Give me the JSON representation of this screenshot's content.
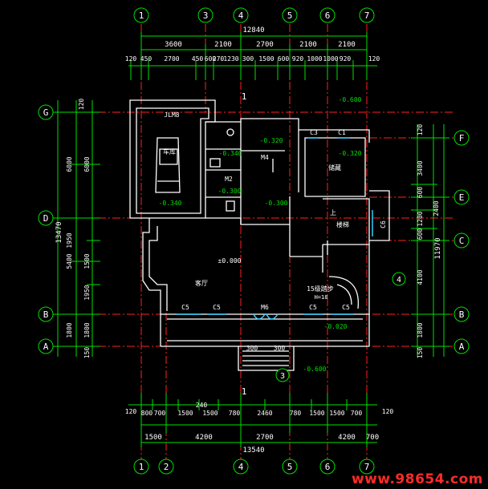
{
  "grid": {
    "columns_top": [
      "1",
      "3",
      "4",
      "5",
      "6",
      "7"
    ],
    "columns_bottom": [
      "1",
      "2",
      "4",
      "5",
      "6",
      "7"
    ],
    "rows_left": [
      "G",
      "D",
      "B",
      "A"
    ],
    "rows_right": [
      "F",
      "E",
      "C",
      "B",
      "A"
    ]
  },
  "dims_top": {
    "overall": "12840",
    "row2": [
      "3600",
      "2100",
      "2700",
      "2100",
      "2100"
    ],
    "row3": [
      "120",
      "450",
      "2700",
      "450",
      "600",
      "270",
      "1230",
      "300",
      "1500",
      "600",
      "920",
      "1000",
      "1000",
      "920",
      "120"
    ]
  },
  "dims_bottom": {
    "overall": "13540",
    "row2": [
      "1500",
      "4200",
      "2700",
      "4200",
      "700"
    ],
    "row1": [
      "120",
      "800",
      "700",
      "1500",
      "240",
      "1500",
      "780",
      "2460",
      "780",
      "1500",
      "1500",
      "700",
      "120",
      "300",
      "300"
    ]
  },
  "dims_left": {
    "overall": "13470",
    "segments": [
      "120",
      "6000",
      "6000",
      "1950",
      "5400",
      "1500",
      "1950",
      "1800",
      "1800",
      "150"
    ]
  },
  "dims_right": {
    "overall": "11970",
    "segments": [
      "120",
      "3400",
      "600",
      "1200",
      "2400",
      "600",
      "4100",
      "1800",
      "150"
    ]
  },
  "rooms": {
    "garage": "车库",
    "living": "客厅",
    "bedroom": "储藏",
    "stair_up": "楼梯",
    "stair_label": "15级踏步",
    "stair_steps": "H=18",
    "up_mark": "上"
  },
  "labels": {
    "jlm": "JLM8",
    "m2": "M2",
    "m4": "M4",
    "m6": "M6",
    "c1": "C1",
    "c3": "C3",
    "c5": "C5",
    "c6": "C6",
    "floor_zero": "±0.000"
  },
  "levels": [
    "-0.600",
    "-0.320",
    "-0.320",
    "-0.340",
    "-0.300",
    "-0.340",
    "-0.300",
    "-0.020",
    "-0.600"
  ],
  "sections": [
    "1",
    "1",
    "3",
    "4"
  ],
  "watermark": "www.98654.com"
}
